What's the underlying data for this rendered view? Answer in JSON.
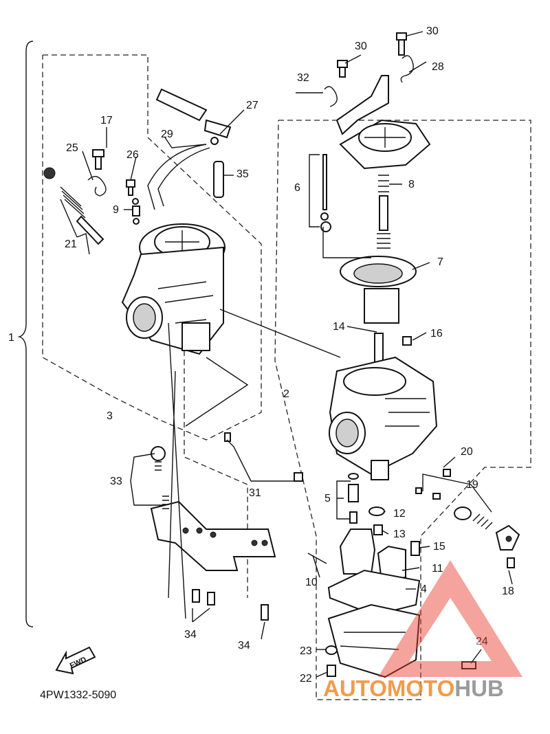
{
  "diagram_code": "4PW1332-5090",
  "fwd_label": "FWD",
  "watermark": {
    "text_part1": "AUTOMOTO",
    "text_part2": "HUB",
    "color_red": "#e83a2e",
    "color_orange": "#f08a2a",
    "color_grey": "#8a8a8a"
  },
  "callouts": [
    "1",
    "2",
    "3",
    "4",
    "5",
    "6",
    "7",
    "8",
    "9",
    "10",
    "11",
    "12",
    "13",
    "14",
    "15",
    "16",
    "17",
    "18",
    "19",
    "20",
    "21",
    "22",
    "23",
    "24",
    "25",
    "26",
    "27",
    "28",
    "29",
    "30",
    "30",
    "31",
    "32",
    "33",
    "34",
    "34",
    "35"
  ]
}
